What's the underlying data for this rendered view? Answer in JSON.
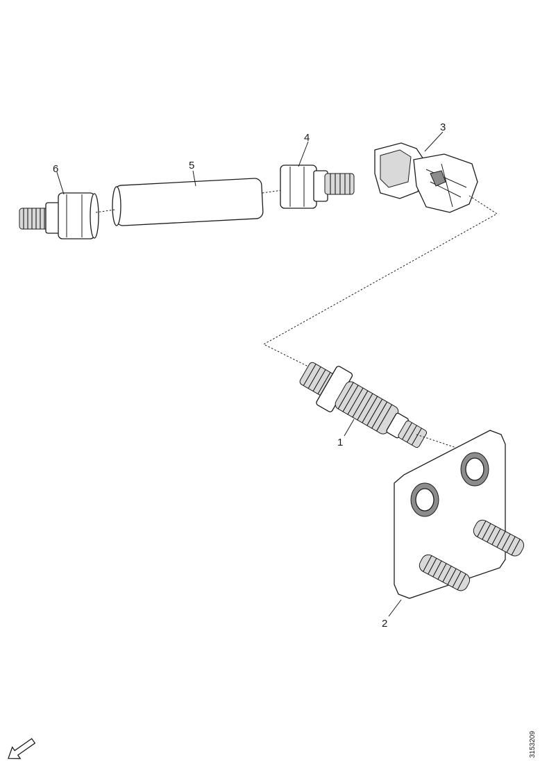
{
  "callouts": {
    "c1": "1",
    "c2": "2",
    "c3": "3",
    "c4": "4",
    "c5": "5",
    "c6": "6"
  },
  "drawing_number": "3153209",
  "colors": {
    "line": "#1a1a1a",
    "shade": "#d9d9d9",
    "dark": "#8c8c8c",
    "background": "#ffffff"
  },
  "icons": {
    "direction": "front-arrow-icon"
  }
}
